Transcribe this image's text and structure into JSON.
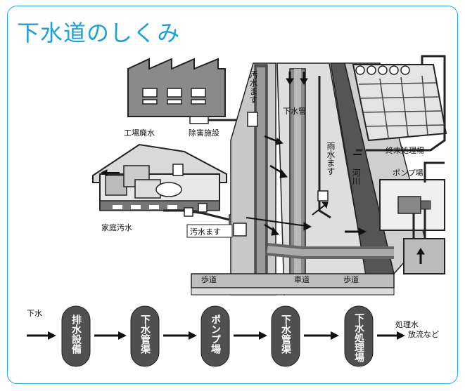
{
  "title": "下水道のしくみ",
  "labels": {
    "factory": "工場廃水",
    "pretreatment": "除害施設",
    "household": "家庭汚水",
    "sewage_box_v": "汚水ます",
    "sewage_box": "汚水ます",
    "sewer_pipe": "下水管",
    "rain_box": "雨水ます",
    "river": "河川",
    "treatment_plant": "終末処理場",
    "pump_station": "ポンプ場",
    "sidewalk_left": "歩道",
    "roadway": "車道",
    "sidewalk_right": "歩道"
  },
  "flow": {
    "start": "下水",
    "steps": [
      "排水設備",
      "下水管渠",
      "ポンプ場",
      "下水管渠",
      "下水処理場"
    ],
    "end_top": "処理水",
    "end_bottom": "放流など"
  }
}
